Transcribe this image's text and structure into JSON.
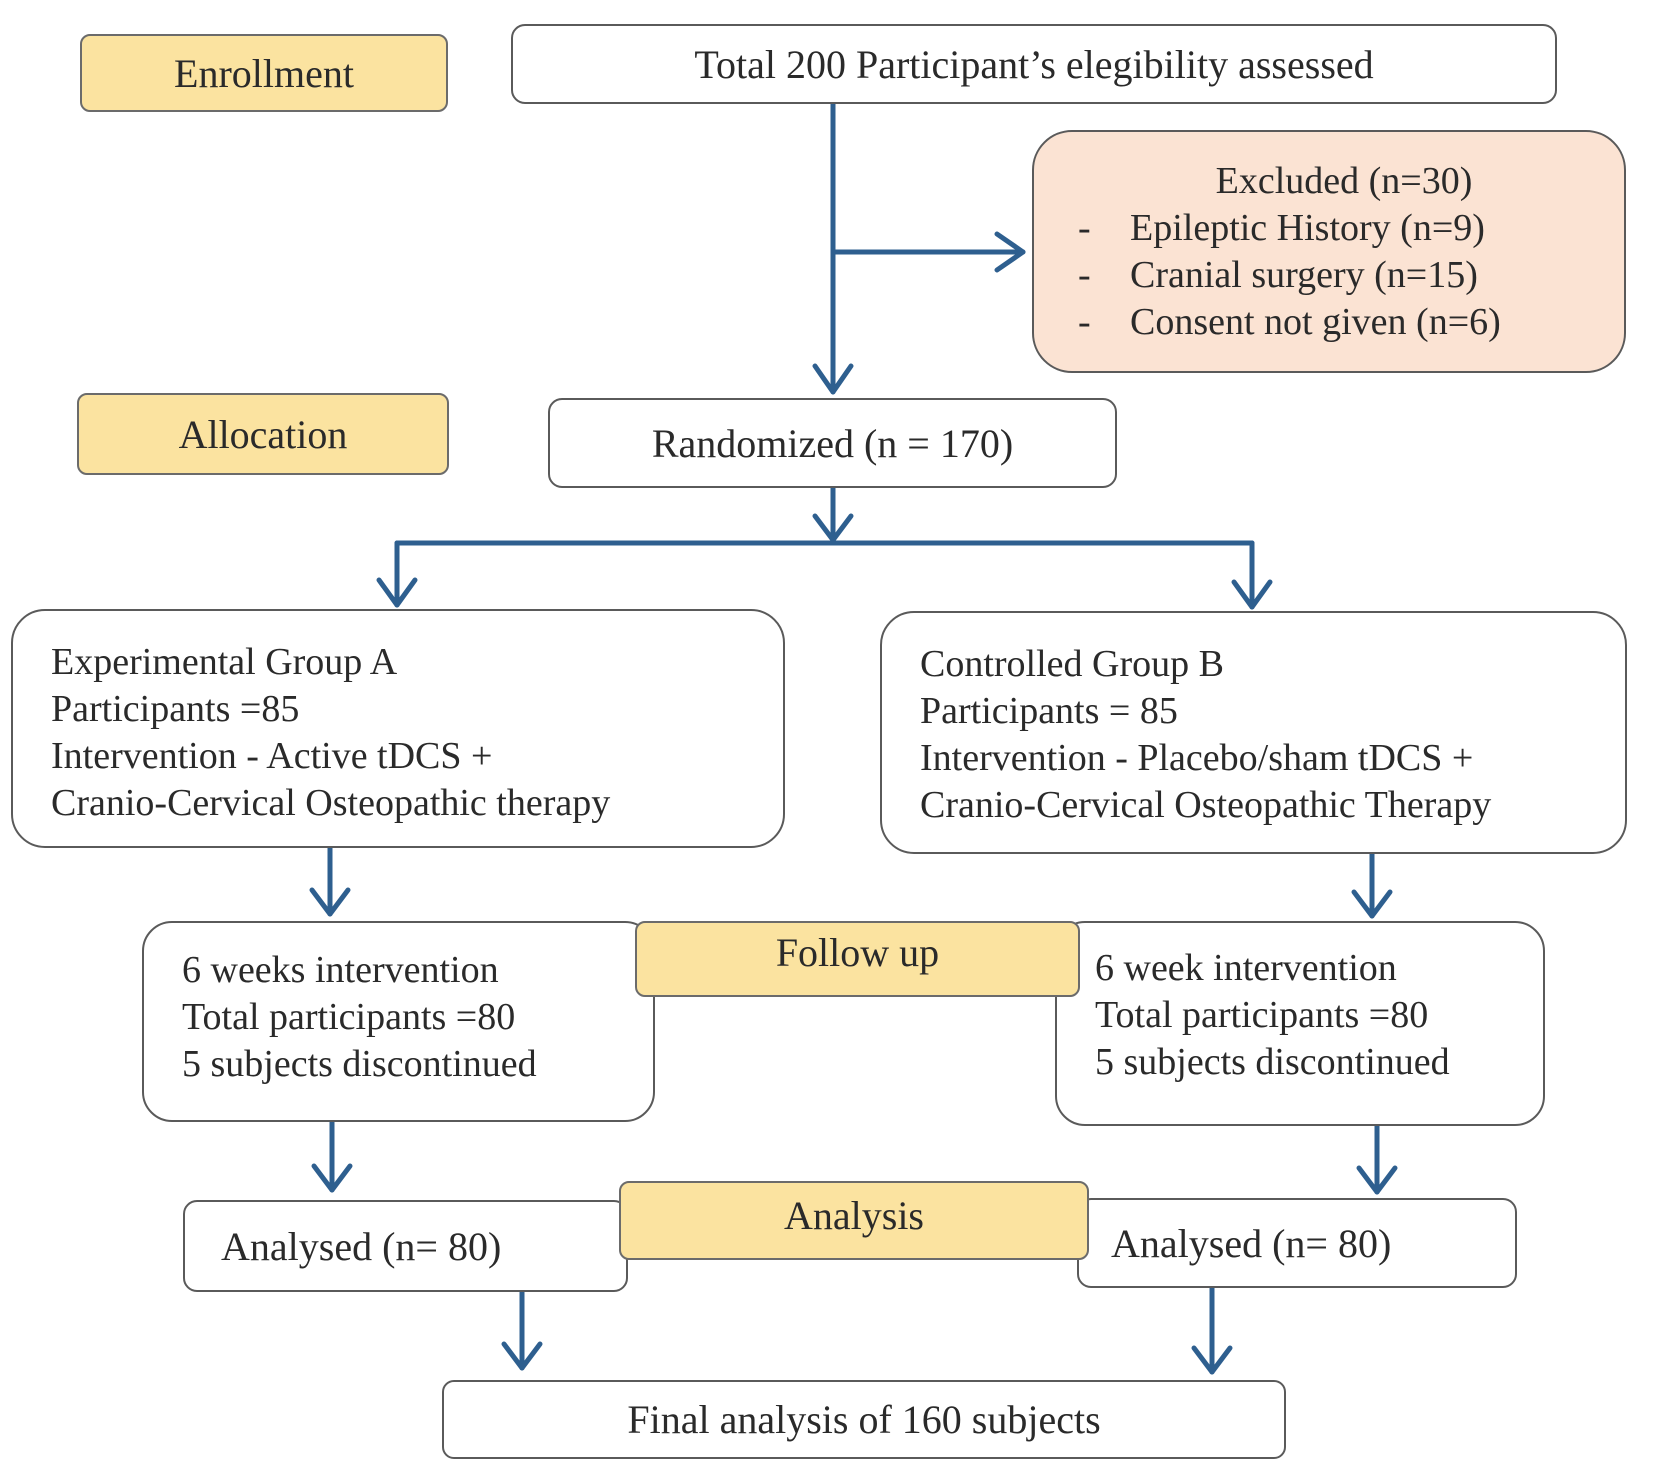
{
  "stages": {
    "enrollment": "Enrollment",
    "allocation": "Allocation",
    "follow_up": "Follow up",
    "analysis": "Analysis"
  },
  "assessed": "Total 200 Participant’s elegibility assessed",
  "excluded": {
    "title": "Excluded (n=30)",
    "reasons": [
      {
        "dash": "-",
        "text": "Epileptic History (n=9)"
      },
      {
        "dash": "-",
        "text": "Cranial surgery (n=15)"
      },
      {
        "dash": "-",
        "text": "Consent not given (n=6)"
      }
    ]
  },
  "randomized": "Randomized (n = 170)",
  "group_a": {
    "lines": [
      "Experimental  Group A",
      "Participants =85",
      "Intervention - Active tDCS +",
      "Cranio-Cervical Osteopathic therapy"
    ]
  },
  "group_b": {
    "lines": [
      "Controlled Group B",
      "Participants = 85",
      "Intervention - Placebo/sham tDCS +",
      "Cranio-Cervical Osteopathic Therapy"
    ]
  },
  "followup_a": {
    "lines": [
      "6 weeks intervention",
      "Total participants =80",
      "5 subjects discontinued"
    ]
  },
  "followup_b": {
    "lines": [
      "6 week intervention",
      "Total participants =80",
      "5 subjects discontinued"
    ]
  },
  "analysed_a": "Analysed  (n= 80)",
  "analysed_b": "Analysed (n= 80)",
  "final": "Final analysis of  160 subjects",
  "colors": {
    "arrow": "#2e5f8f",
    "stage_fill": "#fbe3a0",
    "excluded_fill": "#fbe3d3",
    "box_border": "#5a5a5a"
  }
}
